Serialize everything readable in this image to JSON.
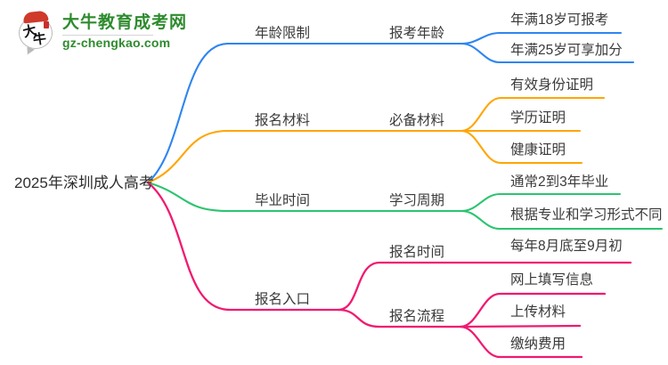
{
  "brand": {
    "site_name": "大牛教育成考网",
    "site_domain": "gz-chengkao.com",
    "logo_glyph_top": "大",
    "logo_glyph_bottom": "牛",
    "brand_color": "#2e8b2e",
    "logo_accent_red": "#cf3a2a"
  },
  "mindmap": {
    "root": "2025年深圳成人高考",
    "branches": [
      {
        "color": "#2e85f1",
        "label": "年龄限制",
        "children": [
          {
            "label": "报考年龄",
            "leaves": [
              "年满18岁可报考",
              "年满25岁可享加分"
            ]
          }
        ]
      },
      {
        "color": "#ffa502",
        "label": "报名材料",
        "children": [
          {
            "label": "必备材料",
            "leaves": [
              "有效身份证明",
              "学历证明",
              "健康证明"
            ]
          }
        ]
      },
      {
        "color": "#2bc46f",
        "label": "毕业时间",
        "children": [
          {
            "label": "学习周期",
            "leaves": [
              "通常2到3年毕业",
              "根据专业和学习形式不同"
            ]
          }
        ]
      },
      {
        "color": "#f01a71",
        "label": "报名入口",
        "children": [
          {
            "label": "报名时间",
            "leaves": [
              "每年8月底至9月初"
            ]
          },
          {
            "label": "报名流程",
            "leaves": [
              "网上填写信息",
              "上传材料",
              "缴纳费用"
            ]
          }
        ]
      }
    ]
  }
}
